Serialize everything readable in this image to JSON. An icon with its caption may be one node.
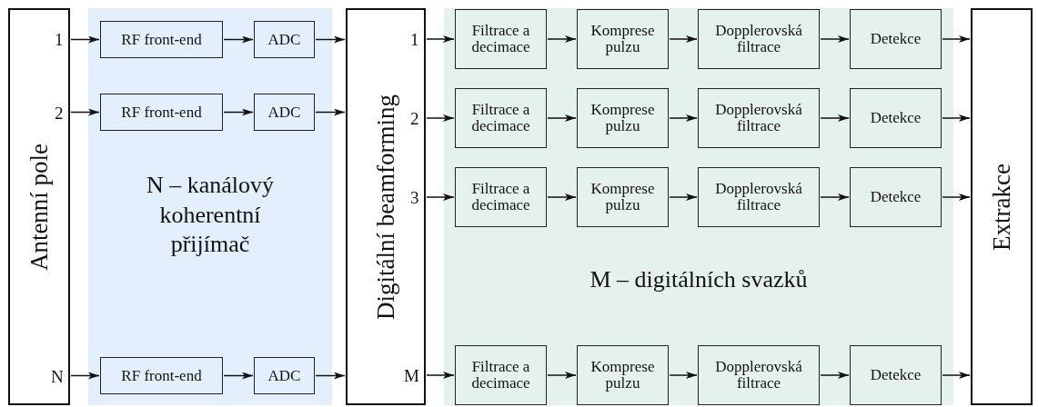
{
  "diagram": {
    "nodes": [
      {
        "text": [
          "Antenní pole"
        ]
      },
      {
        "text": [
          "N – kanálový koherentní přijímač"
        ]
      },
      {
        "text": [
          "RF front-end"
        ],
        "in": 1
      },
      {
        "text": [
          "ADC"
        ],
        "in": 1
      },
      {
        "text": [
          "RF front-end"
        ],
        "in": 1
      },
      {
        "text": [
          "ADC"
        ],
        "in": 1
      },
      {
        "text": [
          "RF front-end"
        ],
        "in": 1
      },
      {
        "text": [
          "ADC"
        ],
        "in": 1
      },
      {
        "text": [
          "Digitální beamforming"
        ]
      },
      {
        "text": [
          "M – digitálních svazků"
        ]
      },
      {
        "text": [
          "Filtrace a decimace"
        ],
        "in": 9
      },
      {
        "text": [
          "Komprese pulzu"
        ],
        "in": 9
      },
      {
        "text": [
          "Dopplerovská filtrace"
        ],
        "in": 9
      },
      {
        "text": [
          "Detekce"
        ],
        "in": 9
      },
      {
        "text": [
          "Filtrace a decimace"
        ],
        "in": 9
      },
      {
        "text": [
          "Komprese pulzu"
        ],
        "in": 9
      },
      {
        "text": [
          "Dopplerovská filtrace"
        ],
        "in": 9
      },
      {
        "text": [
          "Detekce"
        ],
        "in": 9
      },
      {
        "text": [
          "Filtrace a decimace"
        ],
        "in": 9
      },
      {
        "text": [
          "Komprese pulzu"
        ],
        "in": 9
      },
      {
        "text": [
          "Dopplerovská filtrace"
        ],
        "in": 9
      },
      {
        "text": [
          "Detekce"
        ],
        "in": 9
      },
      {
        "text": [
          "Filtrace a decimace"
        ],
        "in": 9
      },
      {
        "text": [
          "Komprese pulzu"
        ],
        "in": 9
      },
      {
        "text": [
          "Dopplerovská filtrace"
        ],
        "in": 9
      },
      {
        "text": [
          "Detekce"
        ],
        "in": 9
      },
      {
        "text": [
          "Extrakce"
        ]
      }
    ],
    "edges": [
      {
        "from": 0,
        "to": 2,
        "arrow": "to"
      },
      {
        "from": 2,
        "to": 3,
        "arrow": "to"
      },
      {
        "from": 3,
        "to": 8,
        "arrow": "to"
      },
      {
        "from": 0,
        "to": 4,
        "arrow": "to"
      },
      {
        "from": 4,
        "to": 5,
        "arrow": "to"
      },
      {
        "from": 5,
        "to": 8,
        "arrow": "to"
      },
      {
        "from": 0,
        "to": 6,
        "arrow": "to"
      },
      {
        "from": 6,
        "to": 7,
        "arrow": "to"
      },
      {
        "from": 7,
        "to": 8,
        "arrow": "to"
      },
      {
        "from": 8,
        "to": 10,
        "arrow": "to"
      },
      {
        "from": 10,
        "to": 11,
        "arrow": "to"
      },
      {
        "from": 11,
        "to": 12,
        "arrow": "to"
      },
      {
        "from": 12,
        "to": 13,
        "arrow": "to"
      },
      {
        "from": 13,
        "to": 26,
        "arrow": "to"
      },
      {
        "from": 8,
        "to": 14,
        "arrow": "to"
      },
      {
        "from": 14,
        "to": 15,
        "arrow": "to"
      },
      {
        "from": 15,
        "to": 16,
        "arrow": "to"
      },
      {
        "from": 16,
        "to": 17,
        "arrow": "to"
      },
      {
        "from": 17,
        "to": 26,
        "arrow": "to"
      },
      {
        "from": 8,
        "to": 18,
        "arrow": "to"
      },
      {
        "from": 18,
        "to": 19,
        "arrow": "to"
      },
      {
        "from": 19,
        "to": 20,
        "arrow": "to"
      },
      {
        "from": 20,
        "to": 21,
        "arrow": "to"
      },
      {
        "from": 21,
        "to": 26,
        "arrow": "to"
      },
      {
        "from": 8,
        "to": 22,
        "arrow": "to"
      },
      {
        "from": 22,
        "to": 23,
        "arrow": "to"
      },
      {
        "from": 23,
        "to": 24,
        "arrow": "to"
      },
      {
        "from": 24,
        "to": 25,
        "arrow": "to"
      },
      {
        "from": 25,
        "to": 26,
        "arrow": "to"
      }
    ],
    "labels": [
      "1",
      "2",
      "N",
      "1",
      "2",
      "3",
      "M"
    ]
  }
}
